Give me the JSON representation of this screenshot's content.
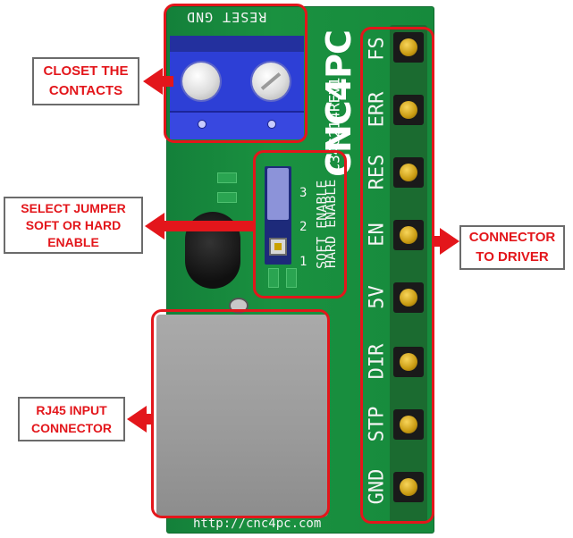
{
  "board": {
    "terminal_label": "RESET GND",
    "brand": "CNC4PC",
    "model": "C34G214REV1",
    "jumper_labels": {
      "soft_enable": "SOFT ENABLE",
      "hard_enable": "HARD ENABLE",
      "pin_1": "1",
      "pin_2": "2",
      "pin_3": "3"
    },
    "driver_pins": [
      "FS",
      "ERR",
      "RES",
      "EN",
      "5V",
      "DIR",
      "STP",
      "GND"
    ],
    "url": "http://cnc4pc.com"
  },
  "callouts": {
    "close_contacts": [
      "CLOSET THE",
      "CONTACTS"
    ],
    "select_jumper": [
      "SELECT JUMPER",
      "SOFT OR HARD",
      "ENABLE"
    ],
    "rj45_input": [
      "RJ45 INPUT",
      "CONNECTOR"
    ],
    "connector_driver": [
      "CONNECTOR",
      "TO DRIVER"
    ]
  },
  "colors": {
    "pcb": "#178a3c",
    "highlight": "#e3161b",
    "terminal_block": "#2d3fd6",
    "pin_gold": "#c99b12"
  }
}
